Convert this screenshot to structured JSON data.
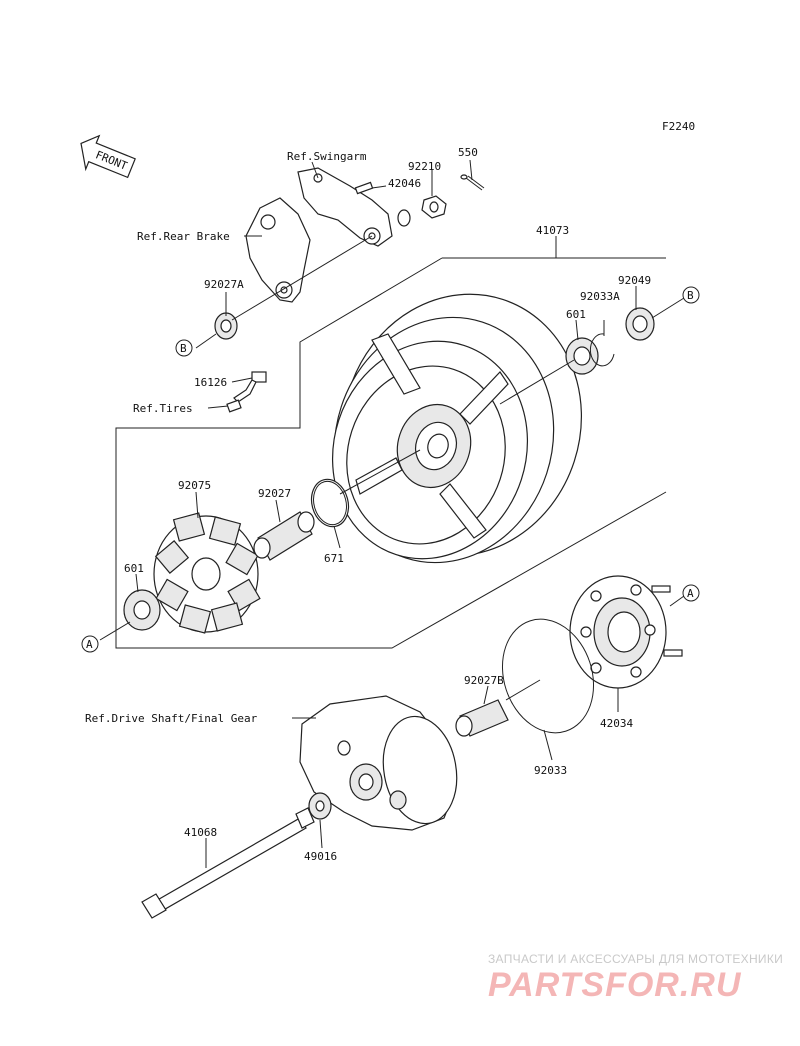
{
  "figure_code": "F2240",
  "front_label": "FRONT",
  "refs": {
    "swingarm": "Ref.Swingarm",
    "rear_brake": "Ref.Rear Brake",
    "tires": "Ref.Tires",
    "drive_shaft": "Ref.Drive Shaft/Final Gear"
  },
  "callouts": {
    "A": "A",
    "B": "B"
  },
  "part_numbers": {
    "p550": "550",
    "p92210": "92210",
    "p42046": "42046",
    "p41073": "41073",
    "p92049": "92049",
    "p92033A": "92033A",
    "p601_top": "601",
    "p92027A": "92027A",
    "p16126": "16126",
    "p92075": "92075",
    "p92027": "92027",
    "p671": "671",
    "p601_left": "601",
    "p92027B": "92027B",
    "p42034": "42034",
    "p92033": "92033",
    "p41068": "41068",
    "p49016": "49016"
  },
  "watermark": {
    "line1": "ЗАПЧАСТИ И АКСЕССУАРЫ ДЛЯ МОТОТЕХНИКИ",
    "line2": "PARTSFOR.RU"
  }
}
